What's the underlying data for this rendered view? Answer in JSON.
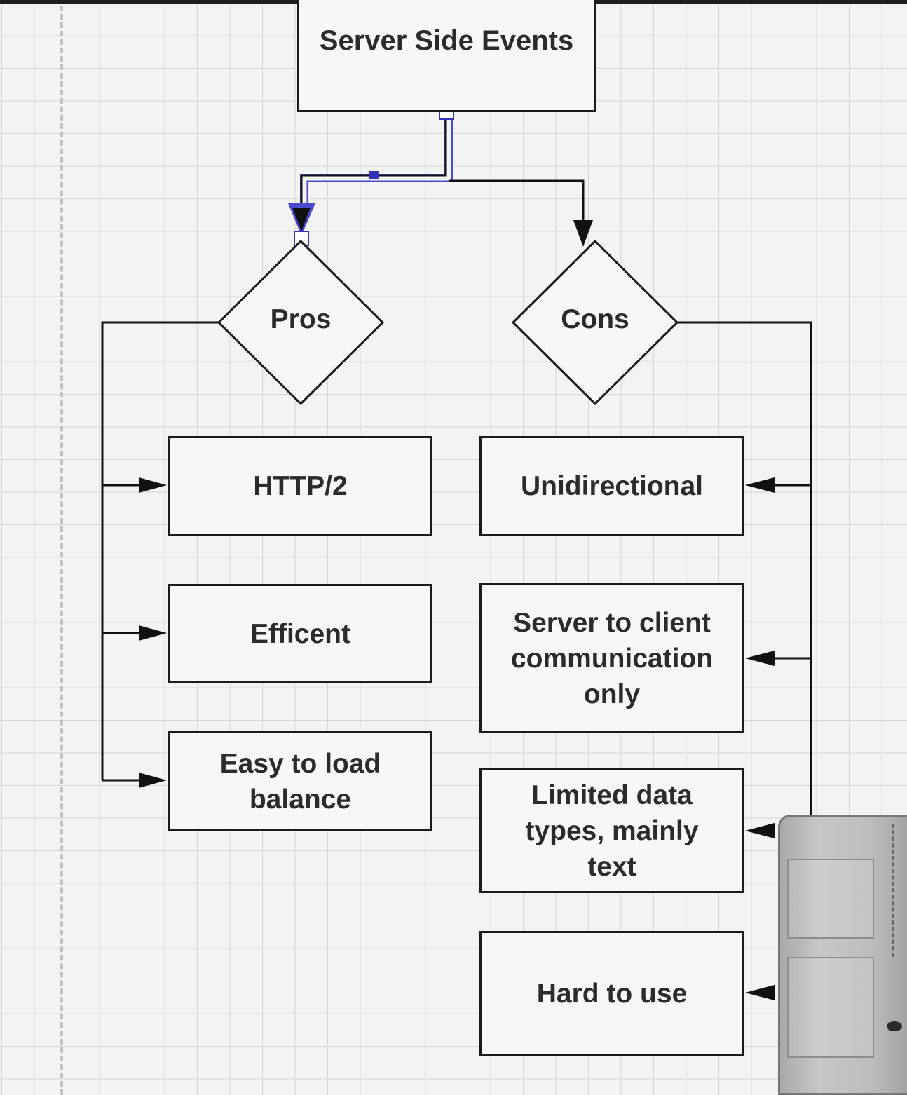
{
  "diagram": {
    "title": "Server Side Events",
    "pros_label": "Pros",
    "cons_label": "Cons",
    "pros": [
      "HTTP/2",
      "Efficent",
      "Easy to load\nbalance"
    ],
    "cons": [
      "Unidirectional",
      "Server to client\ncommunication\nonly",
      "Limited data\ntypes, mainly\ntext",
      "Hard to use"
    ],
    "colors": {
      "line": "#111111",
      "selection": "#3434b8",
      "grid": "#d6d6d6",
      "background": "#f3f3f3"
    }
  }
}
